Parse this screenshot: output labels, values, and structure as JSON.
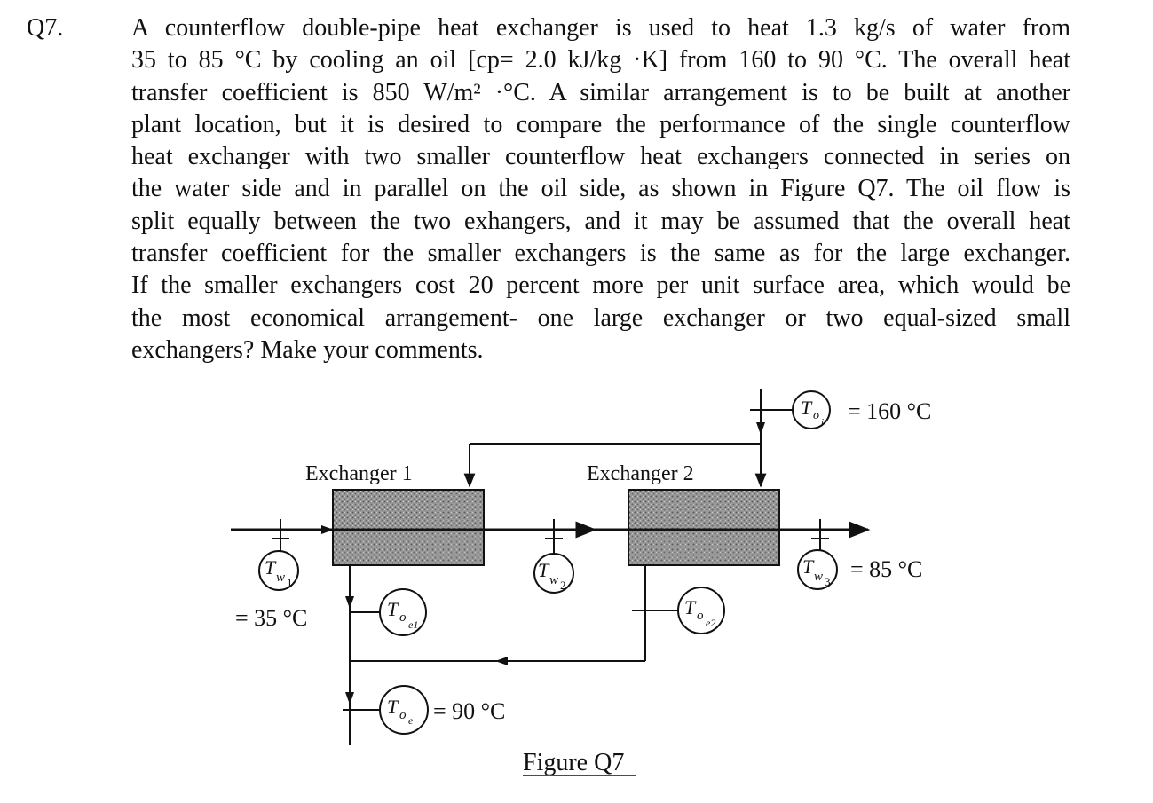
{
  "question": {
    "number": "Q7.",
    "lines": [
      "A counterflow double-pipe heat exchanger is used to heat 1.3 kg/s of water from",
      "35 to 85 °C by cooling an oil [cp= 2.0 kJ/kg ·K] from 160 to 90 °C. The overall heat",
      "transfer coefficient is 850 W/m² ·°C. A similar arrangement is to be built at another",
      "plant location, but it is desired to compare the performance of the single counterflow",
      "heat exchanger with two smaller counterflow heat exchangers connected in series on",
      "the water side and in parallel on the oil side, as shown in Figure Q7. The oil flow is",
      "split equally between the two exhangers, and it may be assumed that the overall heat",
      "transfer coefficient for the smaller exchangers is the same as for the large exchanger.",
      "If the smaller exchangers cost 20 percent more per unit surface area, which would be",
      "the most economical arrangement- one large exchanger or two equal-sized small",
      "exchangers? Make your comments."
    ]
  },
  "figure": {
    "caption": "Figure Q7",
    "exchanger1_label": "Exchanger 1",
    "exchanger2_label": "Exchanger 2",
    "sensors": {
      "toi": {
        "symbol": "T",
        "sub": "o",
        "subsub": "i",
        "value": "= 160 °C"
      },
      "tw1": {
        "symbol": "T",
        "sub": "w",
        "subsub": "1",
        "value": "= 35 °C"
      },
      "tw2": {
        "symbol": "T",
        "sub": "w",
        "subsub": "2"
      },
      "tw3": {
        "symbol": "T",
        "sub": "w",
        "subsub": "3",
        "value": "= 85 °C"
      },
      "toe1": {
        "symbol": "T",
        "sub": "o",
        "subsub": "e1"
      },
      "toe2": {
        "symbol": "T",
        "sub": "o",
        "subsub": "e2"
      },
      "toe": {
        "symbol": "T",
        "sub": "o",
        "subsub": "e",
        "value": "= 90 °C"
      }
    }
  }
}
